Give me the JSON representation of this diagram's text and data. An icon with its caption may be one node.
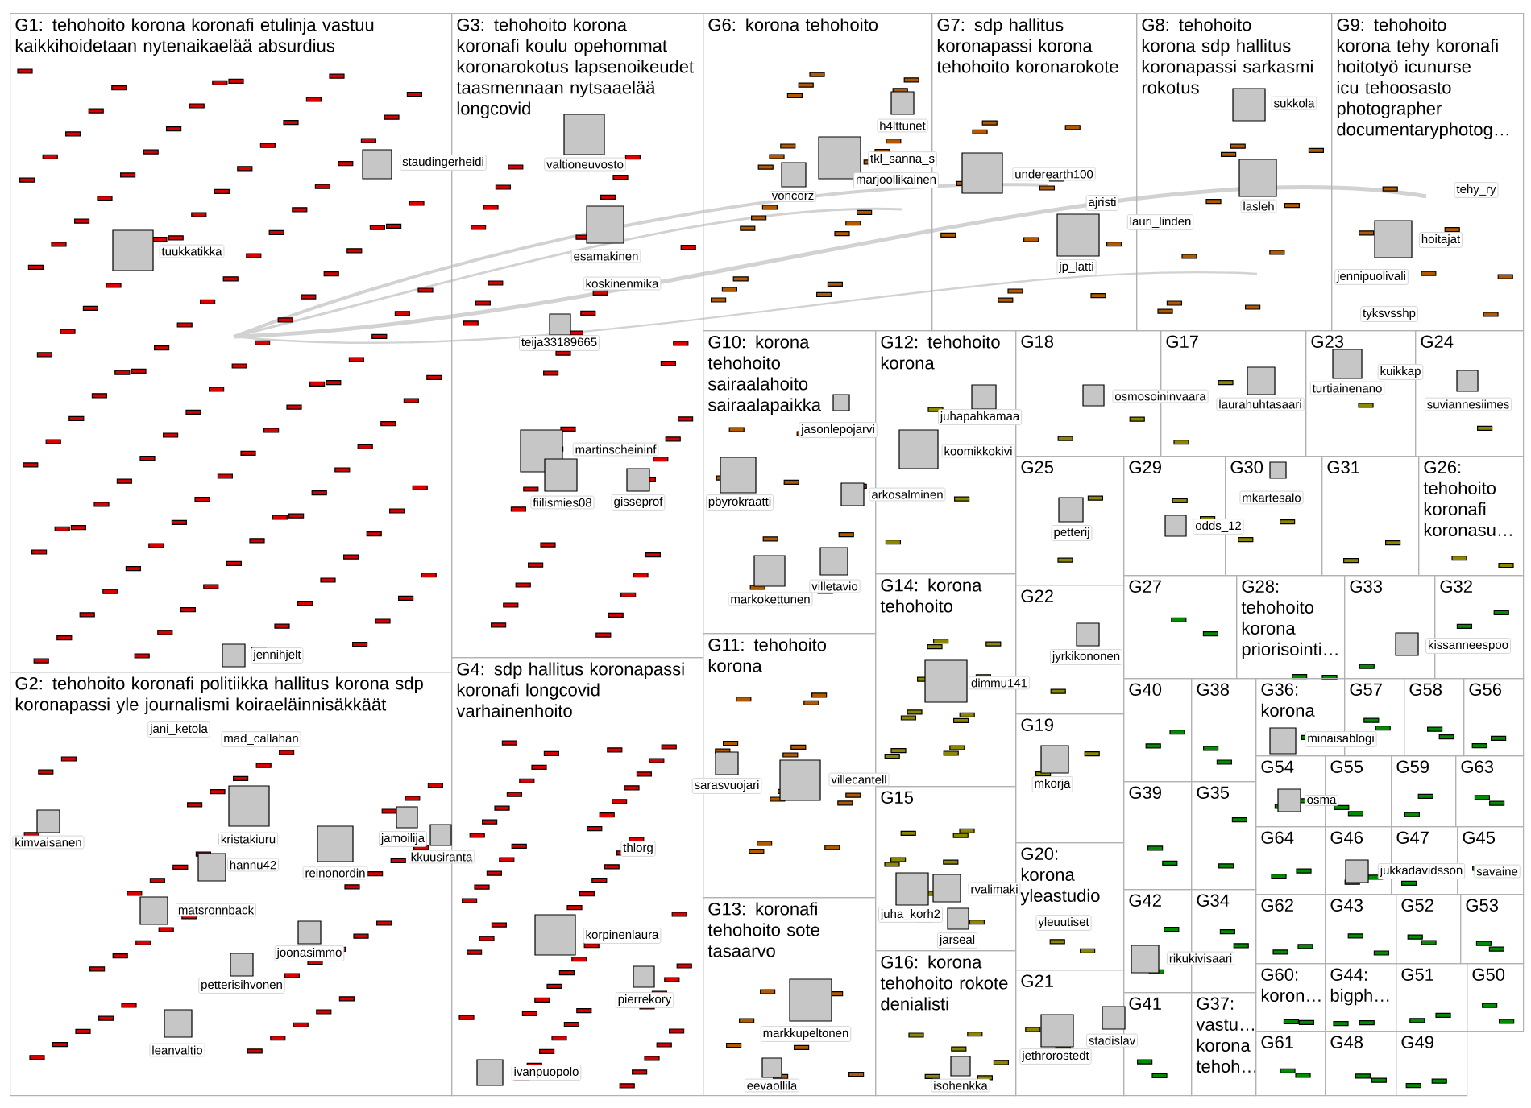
{
  "diagram": {
    "nodes": [
      {
        "text": [
          "G1: tehohoito korona koronafi etulinja vastuu kaikkihoidetaan nytenaikaelää absurdius"
        ]
      },
      {
        "text": [
          "G3: tehohoito korona koronafi koulu opehommat koronarokotus lapsenoikeudet taasmennaan nytsaaelää longcovid"
        ]
      },
      {
        "text": [
          "G6: korona tehohoito"
        ]
      },
      {
        "text": [
          "G7: sdp hallitus koronapassi korona tehohoito koronarokote"
        ]
      },
      {
        "text": [
          "G8: tehohoito korona sdp hallitus koronapassi sarkasmi rokotus"
        ]
      },
      {
        "text": [
          "G9: tehohoito korona tehy koronafi hoitotyö icunurse icu tehoosasto photographer documentaryphotog…"
        ]
      },
      {
        "text": [
          "G2: tehohoito koronafi politiikka hallitus korona sdp koronapassi yle journalismi koiraeläinnisäkkäät"
        ]
      },
      {
        "text": [
          "G4: sdp hallitus koronapassi koronafi longcovid varhainenhoito"
        ]
      },
      {
        "text": [
          "G10: korona tehohoito sairaalahoito sairaalapaikka"
        ]
      },
      {
        "text": [
          "G12: tehohoito korona"
        ]
      },
      {
        "text": [
          "G18"
        ]
      },
      {
        "text": [
          "G17"
        ]
      },
      {
        "text": [
          "G23"
        ]
      },
      {
        "text": [
          "G24"
        ]
      },
      {
        "text": [
          "G25"
        ]
      },
      {
        "text": [
          "G29"
        ]
      },
      {
        "text": [
          "G30"
        ]
      },
      {
        "text": [
          "G31"
        ]
      },
      {
        "text": [
          "G26: tehohoito koronafi koronasu…"
        ]
      },
      {
        "text": [
          "G11: tehohoito korona"
        ]
      },
      {
        "text": [
          "G14: korona tehohoito"
        ]
      },
      {
        "text": [
          "G22"
        ]
      },
      {
        "text": [
          "G27"
        ]
      },
      {
        "text": [
          "G28: tehohoito korona priorisointi…"
        ]
      },
      {
        "text": [
          "G33"
        ]
      },
      {
        "text": [
          "G32"
        ]
      },
      {
        "text": [
          "G40"
        ]
      },
      {
        "text": [
          "G38"
        ]
      },
      {
        "text": [
          "G36: korona"
        ]
      },
      {
        "text": [
          "G57"
        ]
      },
      {
        "text": [
          "G58"
        ]
      },
      {
        "text": [
          "G56"
        ]
      },
      {
        "text": [
          "G19"
        ]
      },
      {
        "text": [
          "G54"
        ]
      },
      {
        "text": [
          "G55"
        ]
      },
      {
        "text": [
          "G59"
        ]
      },
      {
        "text": [
          "G63"
        ]
      },
      {
        "text": [
          "G39"
        ]
      },
      {
        "text": [
          "G35"
        ]
      },
      {
        "text": [
          "G15"
        ]
      },
      {
        "text": [
          "G64"
        ]
      },
      {
        "text": [
          "G46"
        ]
      },
      {
        "text": [
          "G47"
        ]
      },
      {
        "text": [
          "G45"
        ]
      },
      {
        "text": [
          "G20: korona yleastudio"
        ]
      },
      {
        "text": [
          "G42"
        ]
      },
      {
        "text": [
          "G34"
        ]
      },
      {
        "text": [
          "G13: koronafi tehohoito sote tasaarvo"
        ]
      },
      {
        "text": [
          "G62"
        ]
      },
      {
        "text": [
          "G43"
        ]
      },
      {
        "text": [
          "G52"
        ]
      },
      {
        "text": [
          "G53"
        ]
      },
      {
        "text": [
          "G16: korona tehohoito rokote denialisti"
        ]
      },
      {
        "text": [
          "G60: koron…"
        ]
      },
      {
        "text": [
          "G44: bigph…"
        ]
      },
      {
        "text": [
          "G51"
        ]
      },
      {
        "text": [
          "G50"
        ]
      },
      {
        "text": [
          "G21"
        ]
      },
      {
        "text": [
          "G41"
        ]
      },
      {
        "text": [
          "G37: vastu… korona tehoh…"
        ]
      },
      {
        "text": [
          "G61"
        ]
      },
      {
        "text": [
          "G48"
        ]
      },
      {
        "text": [
          "G49"
        ]
      },
      {
        "text": [
          "tuukkatikka"
        ],
        "in": 0
      },
      {
        "text": [
          "staudingerheidi"
        ],
        "in": 0
      },
      {
        "text": [
          "jennihjelt"
        ],
        "in": 0
      },
      {
        "text": [
          "valtioneuvosto"
        ],
        "in": 1
      },
      {
        "text": [
          "esamakinen"
        ],
        "in": 1
      },
      {
        "text": [
          "koskinenmika"
        ],
        "in": 1
      },
      {
        "text": [
          "teija33189665"
        ],
        "in": 1
      },
      {
        "text": [
          "martinscheininf"
        ],
        "in": 1
      },
      {
        "text": [
          "fiilismies08"
        ],
        "in": 1
      },
      {
        "text": [
          "gisseprof"
        ],
        "in": 1
      },
      {
        "text": [
          "h4lttunet"
        ],
        "in": 2
      },
      {
        "text": [
          "tkl_sanna_s"
        ],
        "in": 2
      },
      {
        "text": [
          "marjoollikainen"
        ],
        "in": 2
      },
      {
        "text": [
          "voncorz"
        ],
        "in": 2
      },
      {
        "text": [
          "underearth100"
        ],
        "in": 3
      },
      {
        "text": [
          "ajristi"
        ],
        "in": 3
      },
      {
        "text": [
          "lauri_linden"
        ]
      },
      {
        "text": [
          "jp_latti"
        ],
        "in": 3
      },
      {
        "text": [
          "sukkola"
        ],
        "in": 4
      },
      {
        "text": [
          "lasleh"
        ],
        "in": 4
      },
      {
        "text": [
          "tehy_ry"
        ],
        "in": 5
      },
      {
        "text": [
          "hoitajat"
        ],
        "in": 5
      },
      {
        "text": [
          "jennipuolivali"
        ],
        "in": 5
      },
      {
        "text": [
          "tyksvsshp"
        ],
        "in": 5
      },
      {
        "text": [
          "jani_ketola"
        ],
        "in": 6
      },
      {
        "text": [
          "mad_callahan"
        ],
        "in": 6
      },
      {
        "text": [
          "kristakiuru"
        ],
        "in": 6
      },
      {
        "text": [
          "kimvaisanen"
        ],
        "in": 6
      },
      {
        "text": [
          "hannu42"
        ],
        "in": 6
      },
      {
        "text": [
          "reinonordin"
        ],
        "in": 6
      },
      {
        "text": [
          "jamoilija"
        ],
        "in": 6
      },
      {
        "text": [
          "kkuusiranta"
        ],
        "in": 6
      },
      {
        "text": [
          "matsronnback"
        ],
        "in": 6
      },
      {
        "text": [
          "joonasimmo"
        ],
        "in": 6
      },
      {
        "text": [
          "petterisihvonen"
        ],
        "in": 6
      },
      {
        "text": [
          "leanvaltio"
        ],
        "in": 6
      },
      {
        "text": [
          "thlorg"
        ],
        "in": 7
      },
      {
        "text": [
          "korpinenlaura"
        ],
        "in": 7
      },
      {
        "text": [
          "pierrekory"
        ],
        "in": 7
      },
      {
        "text": [
          "ivanpuopolo"
        ],
        "in": 7
      },
      {
        "text": [
          "jasonlepojarvi"
        ],
        "in": 8
      },
      {
        "text": [
          "pbyrokraatti"
        ],
        "in": 8
      },
      {
        "text": [
          "markokettunen"
        ],
        "in": 8
      },
      {
        "text": [
          "villetavio"
        ],
        "in": 8
      },
      {
        "text": [
          "juhapahkamaa"
        ],
        "in": 9
      },
      {
        "text": [
          "koomikkokivi"
        ],
        "in": 9
      },
      {
        "text": [
          "arkosalminen"
        ],
        "in": 9
      },
      {
        "text": [
          "osmosoininvaara"
        ]
      },
      {
        "text": [
          "laurahuhtasaari"
        ],
        "in": 11
      },
      {
        "text": [
          "turtiainenano"
        ],
        "in": 12
      },
      {
        "text": [
          "kuikkap"
        ],
        "in": 12
      },
      {
        "text": [
          "suviannesiimes"
        ],
        "in": 13
      },
      {
        "text": [
          "petterij"
        ],
        "in": 14
      },
      {
        "text": [
          "odds_12"
        ]
      },
      {
        "text": [
          "mkartesalo"
        ],
        "in": 16
      },
      {
        "text": [
          "dimmu141"
        ],
        "in": 20
      },
      {
        "text": [
          "sarasvuojari"
        ],
        "in": 19
      },
      {
        "text": [
          "villecantell"
        ],
        "in": 19
      },
      {
        "text": [
          "juha_korh2"
        ],
        "in": 39
      },
      {
        "text": [
          "rvalimaki"
        ],
        "in": 39
      },
      {
        "text": [
          "jarseal"
        ],
        "in": 39
      },
      {
        "text": [
          "markkupeltonen"
        ],
        "in": 47
      },
      {
        "text": [
          "eevaollila"
        ],
        "in": 47
      },
      {
        "text": [
          "isohenkka"
        ],
        "in": 52
      },
      {
        "text": [
          "jyrkikononen"
        ],
        "in": 21
      },
      {
        "text": [
          "mkorja"
        ],
        "in": 32
      },
      {
        "text": [
          "yleuutiset"
        ],
        "in": 44
      },
      {
        "text": [
          "jethrorostedt"
        ],
        "in": 57
      },
      {
        "text": [
          "stadislav"
        ],
        "in": 57
      },
      {
        "text": [
          "kissanneespoo"
        ]
      },
      {
        "text": [
          "minaisablogi"
        ]
      },
      {
        "text": [
          "osma"
        ]
      },
      {
        "text": [
          "jukkadavidsson"
        ]
      },
      {
        "text": [
          "savaine"
        ],
        "in": 43
      },
      {
        "text": [
          "rikukivisaari"
        ]
      }
    ]
  }
}
